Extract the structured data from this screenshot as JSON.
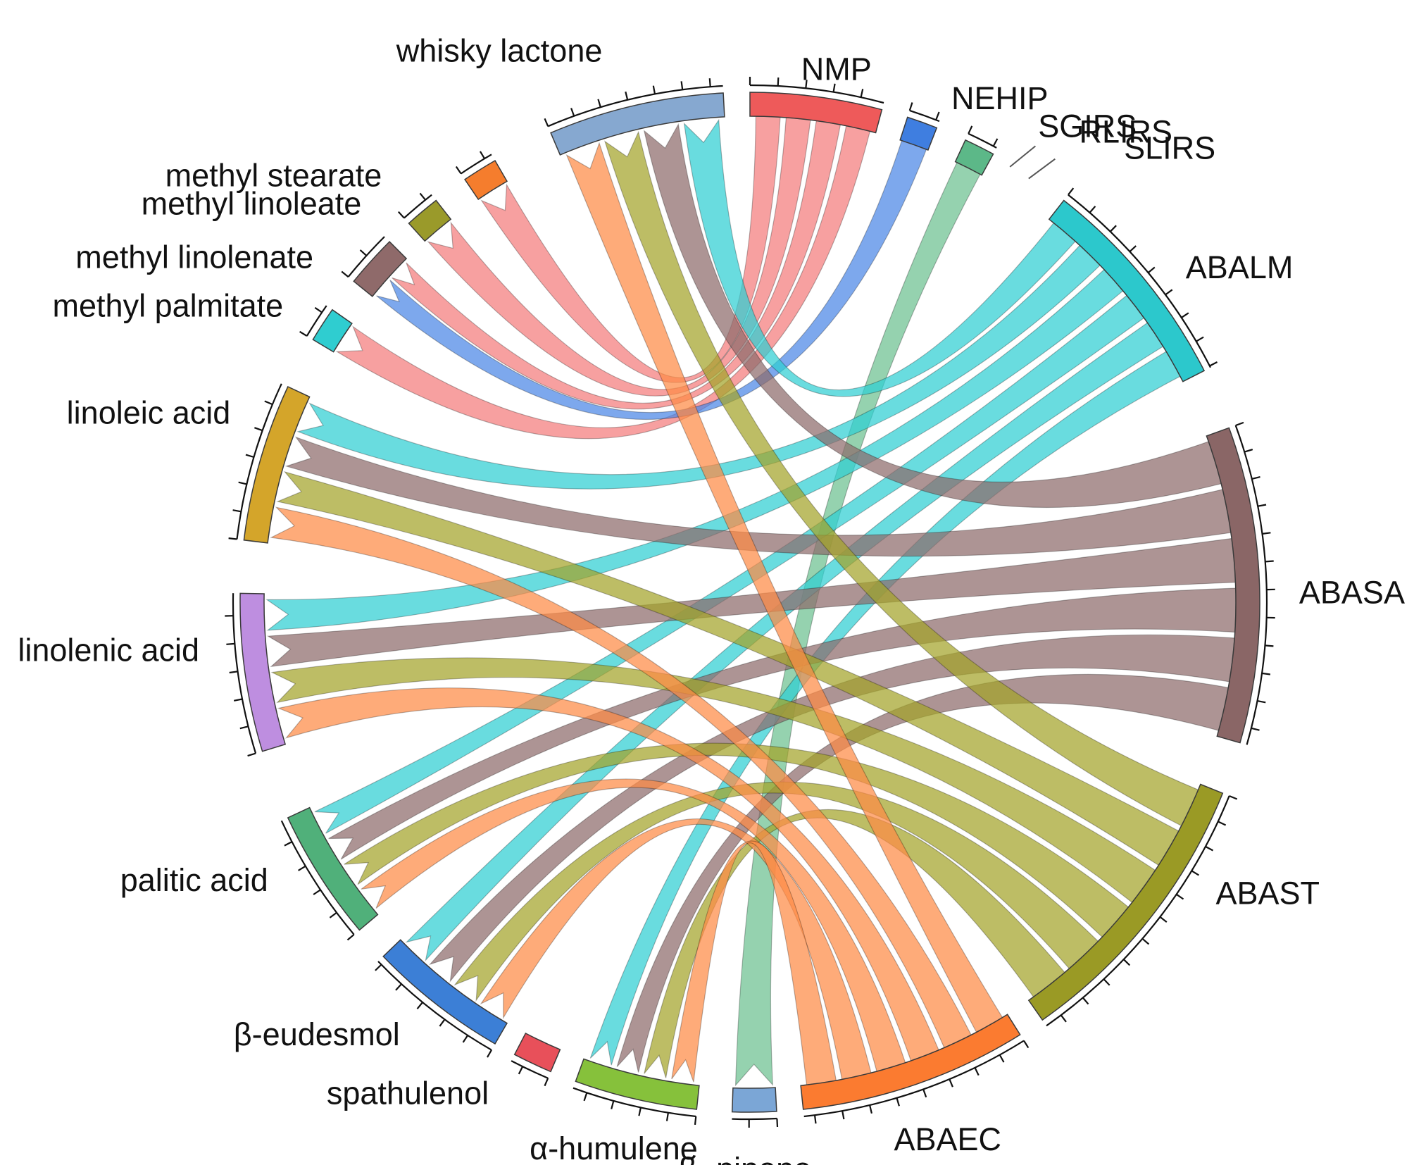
{
  "chart_data": {
    "type": "chord",
    "groups": [
      {
        "label": "NMP",
        "color": "#ee5a5a"
      },
      {
        "label": "NEHIP",
        "color": "#3f7ee0"
      },
      {
        "label": "SGIRS",
        "color": "#5cb888"
      },
      {
        "label": "RLIRS",
        "color": "#cccccc"
      },
      {
        "label": "SLIRS",
        "color": "#cccccc"
      },
      {
        "label": "ABALM",
        "color": "#2cc8cc"
      },
      {
        "label": "ABASA",
        "color": "#8a6666"
      },
      {
        "label": "ABAST",
        "color": "#9a9a25"
      },
      {
        "label": "ABAEC",
        "color": "#fb7b30"
      },
      {
        "label": "β- pinene",
        "color": "#7ba6d6"
      },
      {
        "label": "α-humulene",
        "color": "#86c13b"
      },
      {
        "label": "spathulenol",
        "color": "#e8505a"
      },
      {
        "label": "β-eudesmol",
        "color": "#3c7fd6"
      },
      {
        "label": "palitic acid",
        "color": "#50b07a"
      },
      {
        "label": "linolenic acid",
        "color": "#be8ee0"
      },
      {
        "label": "linoleic acid",
        "color": "#d4a52a"
      },
      {
        "label": "methyl palmitate",
        "color": "#2fcdd0"
      },
      {
        "label": "methyl linolenate",
        "color": "#8f6a6a"
      },
      {
        "label": "methyl linoleate",
        "color": "#9a9a2a"
      },
      {
        "label": "methyl stearate",
        "color": "#f57d2d"
      },
      {
        "label": "whisky lactone",
        "color": "#86a8d0"
      }
    ],
    "links": [
      {
        "source": "NMP",
        "target": "methyl stearate",
        "value": 1,
        "color": "#f47c7c"
      },
      {
        "source": "NMP",
        "target": "methyl linoleate",
        "value": 1,
        "color": "#f47c7c"
      },
      {
        "source": "NMP",
        "target": "methyl linolenate",
        "value": 1,
        "color": "#f47c7c"
      },
      {
        "source": "NMP",
        "target": "methyl palmitate",
        "value": 1,
        "color": "#f47c7c"
      },
      {
        "source": "NEHIP",
        "target": "methyl linolenate",
        "value": 1,
        "color": "#4b86e6"
      },
      {
        "source": "SGIRS",
        "target": "β- pinene",
        "value": 1,
        "color": "#6cc090"
      },
      {
        "source": "ABALM",
        "target": "whisky lactone",
        "value": 1,
        "color": "#2fcfd2"
      },
      {
        "source": "ABALM",
        "target": "linoleic acid",
        "value": 1,
        "color": "#2fcfd2"
      },
      {
        "source": "ABALM",
        "target": "linolenic acid",
        "value": 1,
        "color": "#2fcfd2"
      },
      {
        "source": "ABALM",
        "target": "palitic acid",
        "value": 1,
        "color": "#2fcfd2"
      },
      {
        "source": "ABALM",
        "target": "β-eudesmol",
        "value": 1,
        "color": "#2fcfd2"
      },
      {
        "source": "ABALM",
        "target": "α-humulene",
        "value": 1,
        "color": "#2fcfd2"
      },
      {
        "source": "ABASA",
        "target": "whisky lactone",
        "value": 1,
        "color": "#8d6b6b"
      },
      {
        "source": "ABASA",
        "target": "linoleic acid",
        "value": 1,
        "color": "#8d6b6b"
      },
      {
        "source": "ABASA",
        "target": "linolenic acid",
        "value": 1,
        "color": "#8d6b6b"
      },
      {
        "source": "ABASA",
        "target": "palitic acid",
        "value": 1,
        "color": "#8d6b6b"
      },
      {
        "source": "ABASA",
        "target": "β-eudesmol",
        "value": 1,
        "color": "#8d6b6b"
      },
      {
        "source": "ABASA",
        "target": "α-humulene",
        "value": 1,
        "color": "#8d6b6b"
      },
      {
        "source": "ABAST",
        "target": "whisky lactone",
        "value": 1,
        "color": "#a3a32a"
      },
      {
        "source": "ABAST",
        "target": "linoleic acid",
        "value": 1,
        "color": "#a3a32a"
      },
      {
        "source": "ABAST",
        "target": "linolenic acid",
        "value": 1,
        "color": "#a3a32a"
      },
      {
        "source": "ABAST",
        "target": "palitic acid",
        "value": 1,
        "color": "#a3a32a"
      },
      {
        "source": "ABAST",
        "target": "β-eudesmol",
        "value": 1,
        "color": "#a3a32a"
      },
      {
        "source": "ABAST",
        "target": "α-humulene",
        "value": 1,
        "color": "#a3a32a"
      },
      {
        "source": "ABAEC",
        "target": "whisky lactone",
        "value": 1,
        "color": "#fd8b45"
      },
      {
        "source": "ABAEC",
        "target": "linoleic acid",
        "value": 1,
        "color": "#fd8b45"
      },
      {
        "source": "ABAEC",
        "target": "linolenic acid",
        "value": 1,
        "color": "#fd8b45"
      },
      {
        "source": "ABAEC",
        "target": "palitic acid",
        "value": 1,
        "color": "#fd8b45"
      },
      {
        "source": "ABAEC",
        "target": "β-eudesmol",
        "value": 1,
        "color": "#fd8b45"
      },
      {
        "source": "ABAEC",
        "target": "α-humulene",
        "value": 1,
        "color": "#fd8b45"
      }
    ]
  }
}
